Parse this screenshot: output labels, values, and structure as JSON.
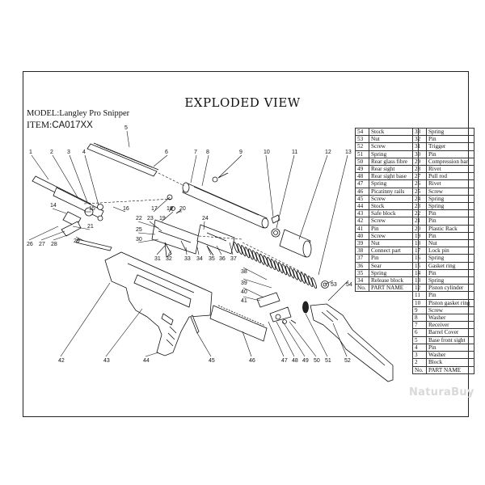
{
  "sheet": {
    "title": "EXPLODED VIEW",
    "model_line": "MODEL:Langley Pro Snipper",
    "item_prefix": "ITEM:",
    "item_code": "CA017XX"
  },
  "watermark": "NaturaBuy",
  "callouts": [
    "1",
    "2",
    "3",
    "4",
    "5",
    "6",
    "7",
    "8",
    "9",
    "10",
    "11",
    "12",
    "13",
    "14",
    "15",
    "16",
    "17",
    "18",
    "19",
    "20",
    "21",
    "22",
    "23",
    "24",
    "25",
    "26",
    "27",
    "28",
    "29",
    "30",
    "31",
    "32",
    "33",
    "34",
    "35",
    "36",
    "37",
    "38",
    "39",
    "40",
    "41",
    "42",
    "43",
    "44",
    "45",
    "46",
    "47",
    "48",
    "49",
    "50",
    "51",
    "52",
    "53",
    "54"
  ],
  "parts_table_left": {
    "rows": [
      {
        "no": "54",
        "name": "Stock"
      },
      {
        "no": "53",
        "name": "Nut"
      },
      {
        "no": "52",
        "name": "Screw"
      },
      {
        "no": "51",
        "name": "Spring"
      },
      {
        "no": "50",
        "name": "Rear glass fibre"
      },
      {
        "no": "49",
        "name": "Rear sight"
      },
      {
        "no": "48",
        "name": "Rear sight base"
      },
      {
        "no": "47",
        "name": "Spring"
      },
      {
        "no": "46",
        "name": "Picatinny rails"
      },
      {
        "no": "45",
        "name": "Screw"
      },
      {
        "no": "44",
        "name": "Stock"
      },
      {
        "no": "43",
        "name": "Safe block"
      },
      {
        "no": "42",
        "name": "Screw"
      },
      {
        "no": "41",
        "name": "Pin"
      },
      {
        "no": "40",
        "name": "Screw"
      },
      {
        "no": "39",
        "name": "Nut"
      },
      {
        "no": "38",
        "name": "Connect part"
      },
      {
        "no": "37",
        "name": "Pin"
      },
      {
        "no": "36",
        "name": "Sear"
      },
      {
        "no": "35",
        "name": "Spring"
      },
      {
        "no": "34",
        "name": "Release block"
      },
      {
        "no": "No.",
        "name": "PART NAME"
      }
    ]
  },
  "parts_table_right": {
    "rows": [
      {
        "no": "33",
        "name": "Spring"
      },
      {
        "no": "32",
        "name": "Pin"
      },
      {
        "no": "31",
        "name": "Trigger"
      },
      {
        "no": "30",
        "name": "Pin"
      },
      {
        "no": "29",
        "name": "Compression bar"
      },
      {
        "no": "28",
        "name": "Rivet"
      },
      {
        "no": "27",
        "name": "Pull rod"
      },
      {
        "no": "26",
        "name": "Rivet"
      },
      {
        "no": "25",
        "name": "Screw"
      },
      {
        "no": "24",
        "name": "Spring"
      },
      {
        "no": "23",
        "name": "Spring"
      },
      {
        "no": "22",
        "name": "Pin"
      },
      {
        "no": "21",
        "name": "Pin"
      },
      {
        "no": "20",
        "name": "Plastic Rack"
      },
      {
        "no": "19",
        "name": "Pin"
      },
      {
        "no": "18",
        "name": "Nut"
      },
      {
        "no": "17",
        "name": "Lock pin"
      },
      {
        "no": "16",
        "name": "Spring"
      },
      {
        "no": "15",
        "name": "Gasket ring"
      },
      {
        "no": "14",
        "name": "Pin"
      },
      {
        "no": "13",
        "name": "Spring"
      },
      {
        "no": "12",
        "name": "Piston cylinder"
      },
      {
        "no": "11",
        "name": "Pin"
      },
      {
        "no": "10",
        "name": "Piston gasket ring"
      },
      {
        "no": "9",
        "name": "Screw"
      },
      {
        "no": "8",
        "name": "Washer"
      },
      {
        "no": "7",
        "name": "Receiver"
      },
      {
        "no": "6",
        "name": "Barrel Cover"
      },
      {
        "no": "5",
        "name": "Base front sight"
      },
      {
        "no": "4",
        "name": "Pin"
      },
      {
        "no": "3",
        "name": "Washer"
      },
      {
        "no": "2",
        "name": "Block"
      },
      {
        "no": "No.",
        "name": "PART NAME"
      }
    ]
  }
}
